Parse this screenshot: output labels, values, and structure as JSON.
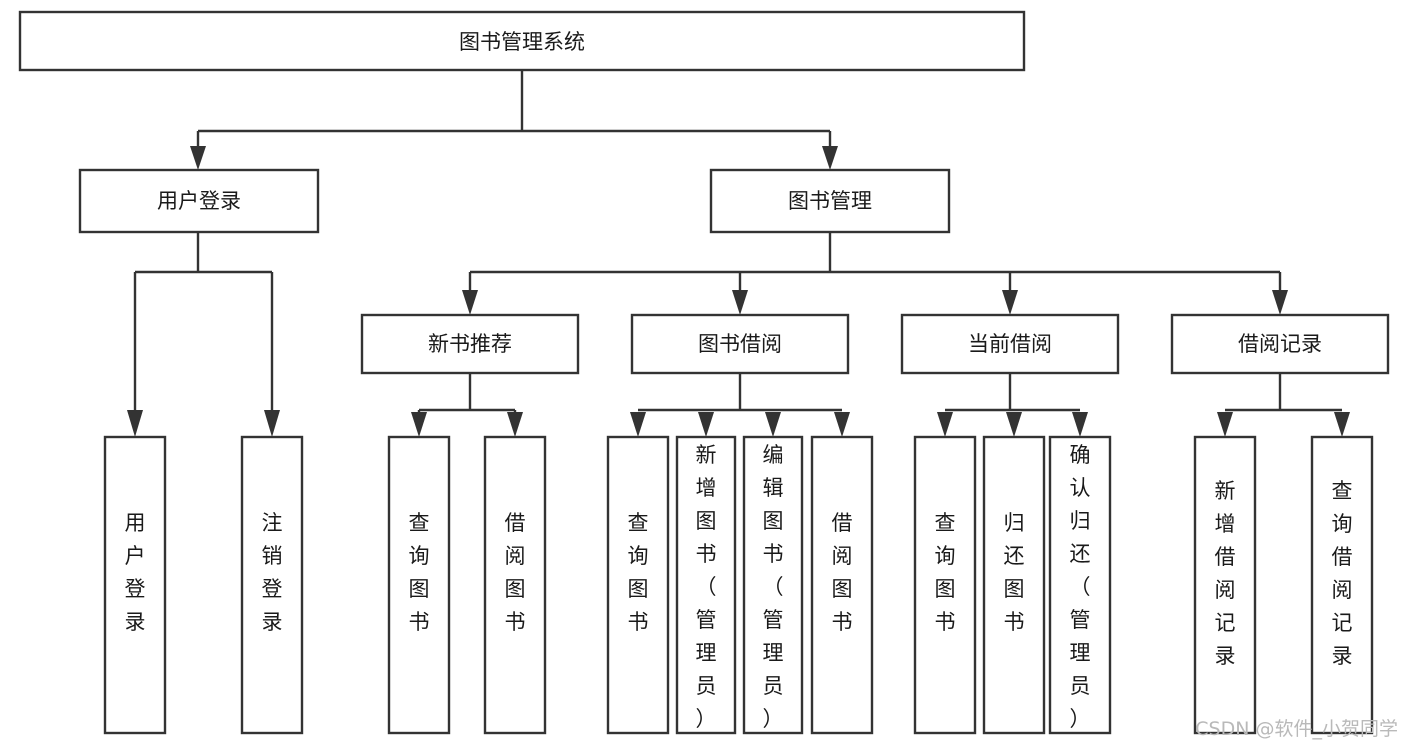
{
  "diagram": {
    "title": "图书管理系统",
    "type": "hierarchy-tree",
    "orientation": "top-down",
    "accent_color": "#333333",
    "background_color": "#ffffff",
    "node_fill": "#ffffff",
    "watermark": "CSDN @软件_小贺同学",
    "levels": {
      "level1": {
        "nodes": [
          {
            "id": "root",
            "label": "图书管理系统"
          }
        ]
      },
      "level2": {
        "nodes": [
          {
            "id": "user-login",
            "label": "用户登录",
            "parent": "root"
          },
          {
            "id": "book-manage",
            "label": "图书管理",
            "parent": "root"
          }
        ]
      },
      "level3": {
        "nodes": [
          {
            "id": "new-book-rec",
            "label": "新书推荐",
            "parent": "book-manage"
          },
          {
            "id": "book-borrow",
            "label": "图书借阅",
            "parent": "book-manage"
          },
          {
            "id": "current-borrow",
            "label": "当前借阅",
            "parent": "book-manage"
          },
          {
            "id": "borrow-record",
            "label": "借阅记录",
            "parent": "book-manage"
          }
        ]
      },
      "level4": {
        "nodes": [
          {
            "id": "leaf-user-login",
            "label": "用户登录",
            "parent": "user-login"
          },
          {
            "id": "leaf-user-logout",
            "label": "注销登录",
            "parent": "user-login"
          },
          {
            "id": "leaf-query-book-1",
            "label": "查询图书",
            "parent": "new-book-rec"
          },
          {
            "id": "leaf-borrow-book-1",
            "label": "借阅图书",
            "parent": "new-book-rec"
          },
          {
            "id": "leaf-query-book-2",
            "label": "查询图书",
            "parent": "book-borrow"
          },
          {
            "id": "leaf-add-book",
            "label": "新增图书（管理员）",
            "parent": "book-borrow"
          },
          {
            "id": "leaf-edit-book",
            "label": "编辑图书（管理员）",
            "parent": "book-borrow"
          },
          {
            "id": "leaf-borrow-book-2",
            "label": "借阅图书",
            "parent": "book-borrow"
          },
          {
            "id": "leaf-query-book-3",
            "label": "查询图书",
            "parent": "current-borrow"
          },
          {
            "id": "leaf-return-book",
            "label": "归还图书",
            "parent": "current-borrow"
          },
          {
            "id": "leaf-confirm-return",
            "label": "确认归还（管理员）",
            "parent": "current-borrow"
          },
          {
            "id": "leaf-add-record",
            "label": "新增借阅记录",
            "parent": "borrow-record"
          },
          {
            "id": "leaf-query-record",
            "label": "查询借阅记录",
            "parent": "borrow-record"
          }
        ]
      }
    }
  }
}
